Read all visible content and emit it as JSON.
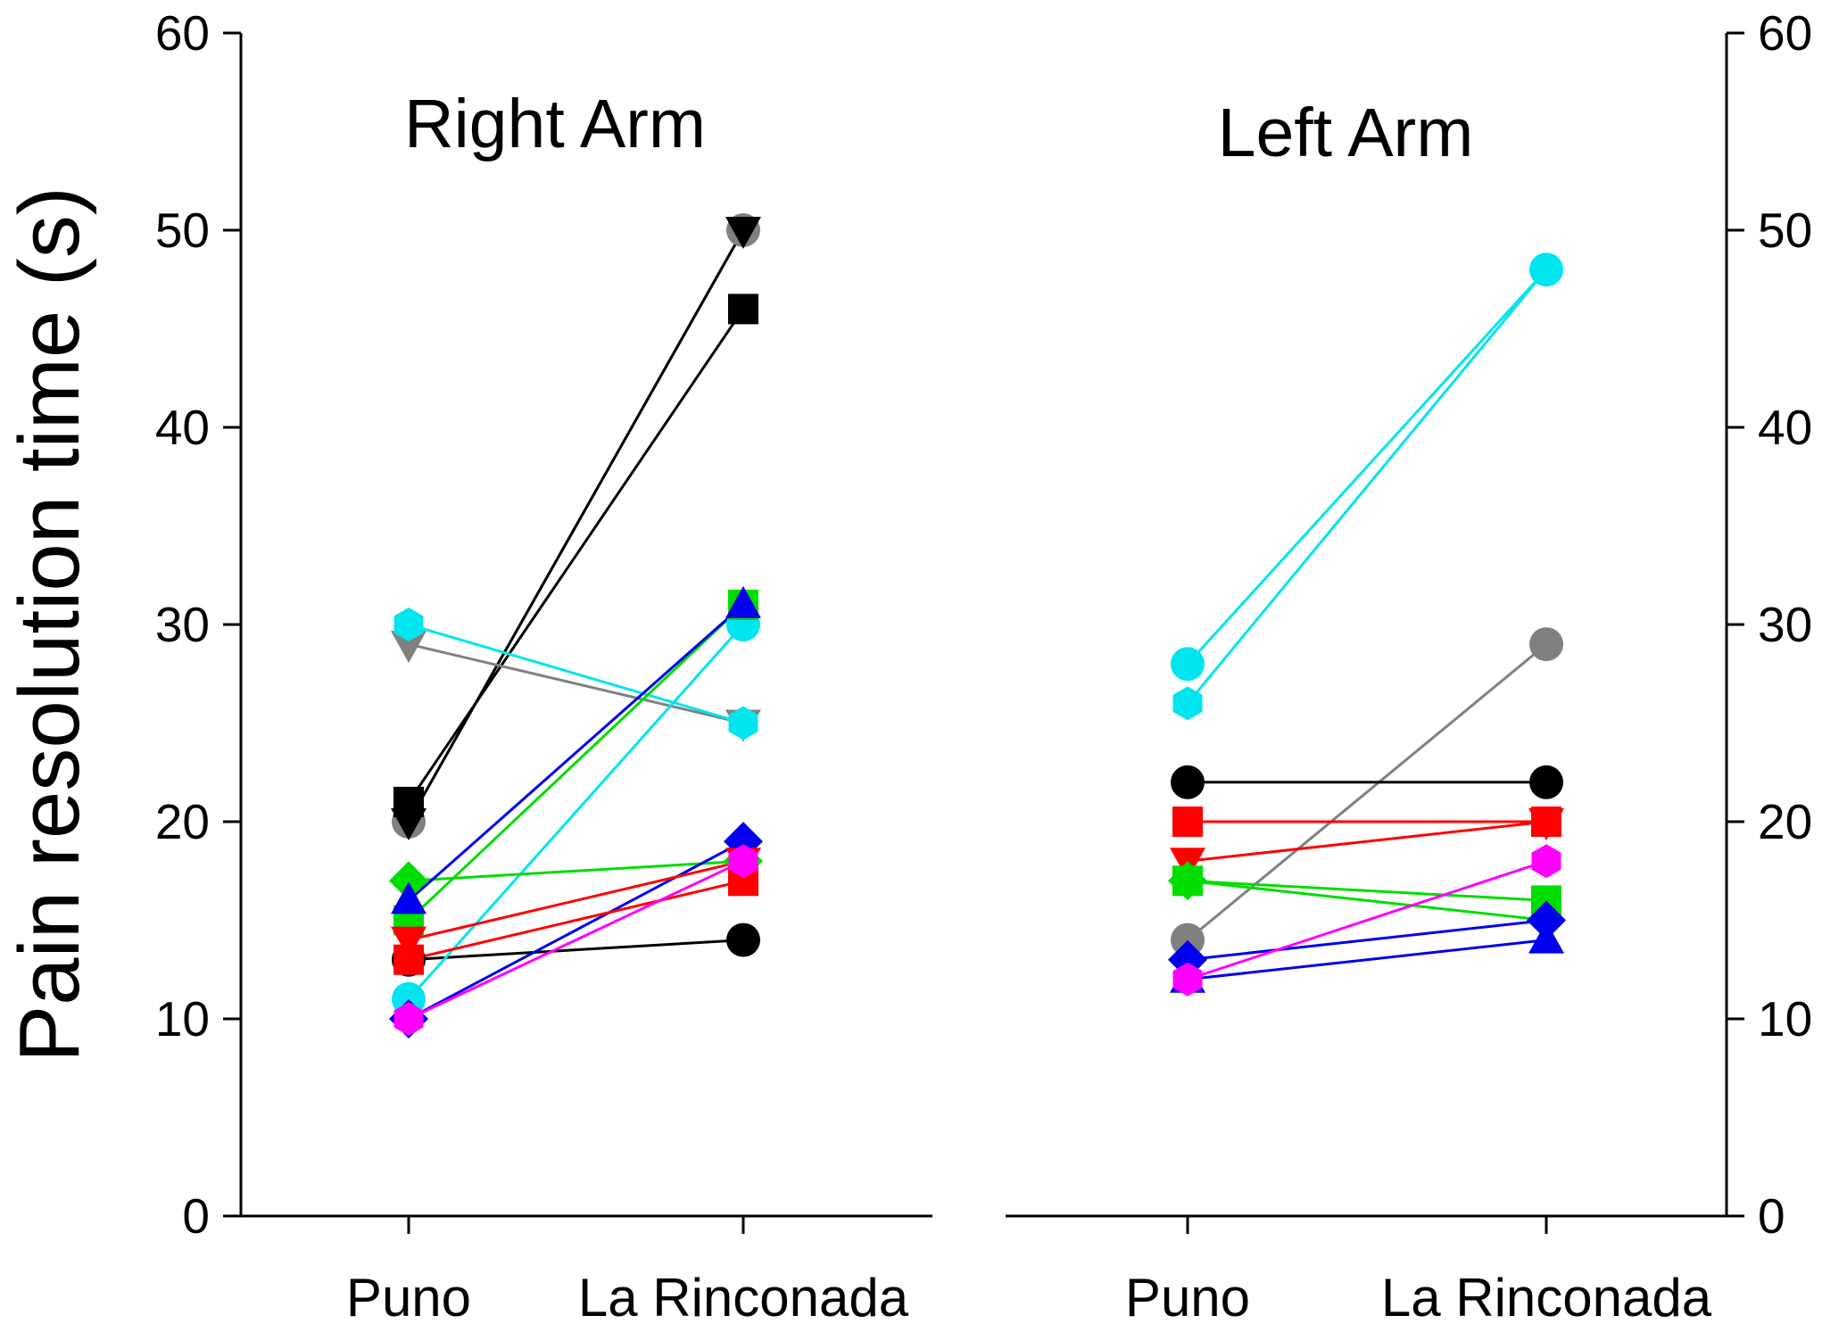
{
  "chart_data": {
    "type": "line",
    "ylabel": "Pain resolution time (s)",
    "ylim": [
      0,
      60
    ],
    "yticks": [
      "0",
      "10",
      "20",
      "30",
      "40",
      "50",
      "60"
    ],
    "categories": [
      "Puno",
      "La Rinconada"
    ],
    "grid": false,
    "panels": [
      {
        "title": "Right Arm",
        "series": [
          {
            "color": "#808080",
            "marker": "circle",
            "values": [
              20,
              50
            ]
          },
          {
            "color": "#000000",
            "marker": "square",
            "values": [
              21,
              46
            ]
          },
          {
            "color": "#000000",
            "marker": "triangle-down",
            "values": [
              20,
              50
            ]
          },
          {
            "color": "#000000",
            "marker": "circle",
            "values": [
              13,
              14
            ]
          },
          {
            "color": "#808080",
            "marker": "triangle-down",
            "values": [
              29,
              25
            ]
          },
          {
            "color": "#00e5ee",
            "marker": "hexagon",
            "values": [
              30,
              25
            ]
          },
          {
            "color": "#00e5ee",
            "marker": "circle",
            "values": [
              11,
              30
            ]
          },
          {
            "color": "#00dd00",
            "marker": "square",
            "values": [
              15,
              31
            ]
          },
          {
            "color": "#00dd00",
            "marker": "diamond",
            "values": [
              17,
              18
            ]
          },
          {
            "color": "#0000ee",
            "marker": "triangle-up",
            "values": [
              16,
              31
            ]
          },
          {
            "color": "#0000ee",
            "marker": "diamond",
            "values": [
              10,
              19
            ]
          },
          {
            "color": "#ff0000",
            "marker": "square",
            "values": [
              13,
              17
            ]
          },
          {
            "color": "#ff0000",
            "marker": "triangle-down",
            "values": [
              14,
              18
            ]
          },
          {
            "color": "#ff00ff",
            "marker": "hexagon",
            "values": [
              10,
              18
            ]
          }
        ]
      },
      {
        "title": "Left Arm",
        "series": [
          {
            "color": "#00e5ee",
            "marker": "circle",
            "values": [
              28,
              48
            ]
          },
          {
            "color": "#00e5ee",
            "marker": "hexagon",
            "values": [
              26,
              48
            ]
          },
          {
            "color": "#808080",
            "marker": "circle",
            "values": [
              14,
              29
            ]
          },
          {
            "color": "#000000",
            "marker": "circle",
            "values": [
              22,
              22
            ]
          },
          {
            "color": "#ff0000",
            "marker": "square",
            "values": [
              20,
              20
            ]
          },
          {
            "color": "#ff0000",
            "marker": "triangle-down",
            "values": [
              18,
              20
            ]
          },
          {
            "color": "#00dd00",
            "marker": "diamond",
            "values": [
              17,
              15
            ]
          },
          {
            "color": "#00dd00",
            "marker": "square",
            "values": [
              17,
              16
            ]
          },
          {
            "color": "#0000ee",
            "marker": "diamond",
            "values": [
              13,
              15
            ]
          },
          {
            "color": "#0000ee",
            "marker": "triangle-up",
            "values": [
              12,
              14
            ]
          },
          {
            "color": "#ff00ff",
            "marker": "hexagon",
            "values": [
              12,
              18
            ]
          }
        ]
      }
    ]
  }
}
